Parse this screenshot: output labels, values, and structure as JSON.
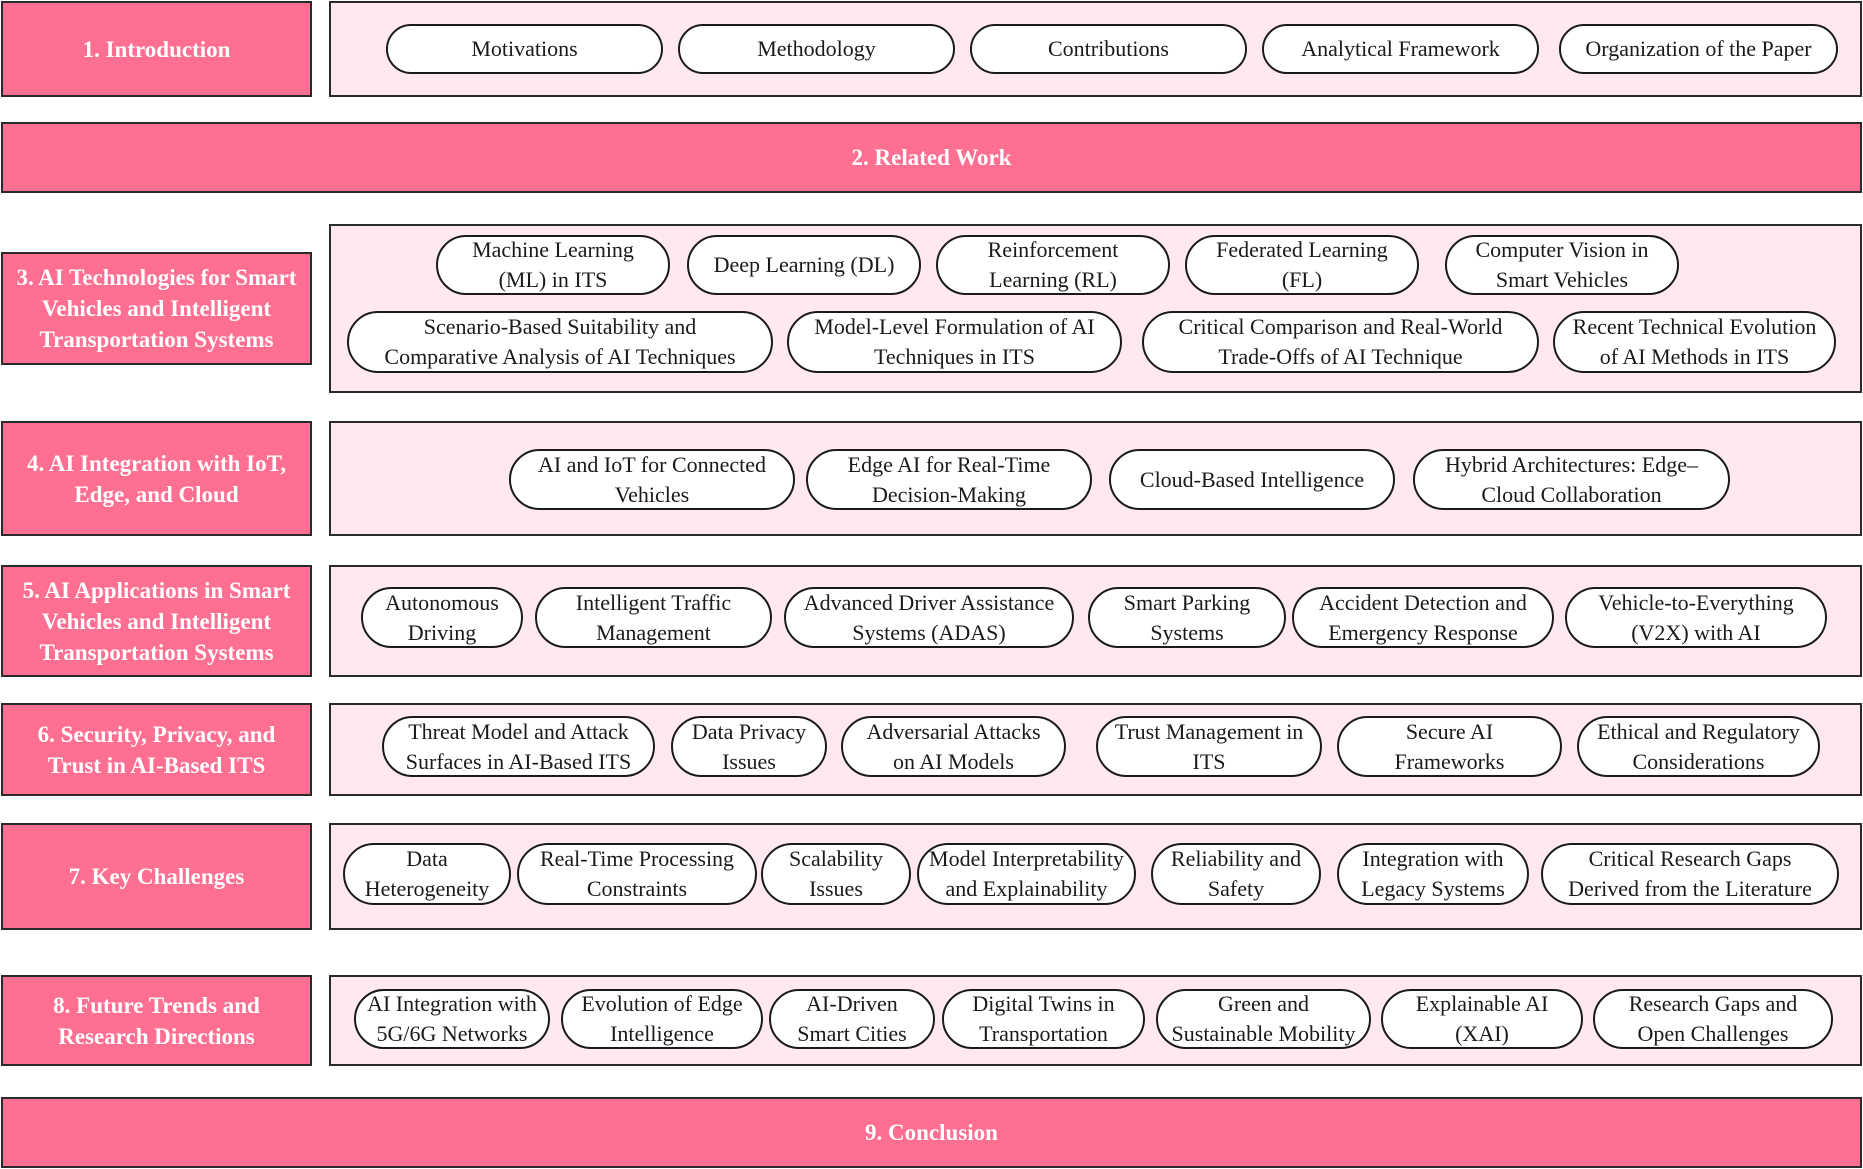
{
  "colors": {
    "section_fill": "#ff6f91",
    "panel_fill": "#ffe9ee",
    "chip_fill": "#ffffff",
    "border": "#2a2a2a"
  },
  "sections": [
    {
      "title": "1. Introduction",
      "items": [
        "Motivations",
        "Methodology",
        "Contributions",
        "Analytical Framework",
        "Organization of the Paper"
      ]
    },
    {
      "title": "2. Related Work",
      "items": []
    },
    {
      "title": "3. AI Technologies for Smart\nVehicles and Intelligent\nTransportation Systems",
      "items": [
        "Machine Learning\n(ML) in ITS",
        "Deep Learning (DL)",
        "Reinforcement\nLearning (RL)",
        "Federated Learning\n(FL)",
        "Computer Vision in\nSmart Vehicles",
        "Scenario-Based Suitability and\nComparative Analysis of AI Techniques",
        "Model-Level Formulation of AI\nTechniques in ITS",
        "Critical Comparison and Real-World\nTrade-Offs of AI Technique",
        "Recent Technical Evolution\nof AI Methods in ITS"
      ]
    },
    {
      "title": "4.  AI Integration with IoT,\nEdge, and Cloud",
      "items": [
        "AI and IoT for Connected\nVehicles",
        "Edge AI for Real-Time\nDecision-Making",
        "Cloud-Based Intelligence",
        "Hybrid Architectures: Edge–\nCloud Collaboration"
      ]
    },
    {
      "title": "5. AI Applications in Smart\nVehicles and Intelligent\nTransportation Systems",
      "items": [
        "Autonomous\nDriving",
        "Intelligent Traffic\nManagement",
        "Advanced Driver Assistance\nSystems (ADAS)",
        "Smart Parking\nSystems",
        "Accident Detection and\nEmergency Response",
        "Vehicle-to-Everything\n(V2X) with AI"
      ]
    },
    {
      "title": "6. Security, Privacy, and\nTrust in AI-Based ITS",
      "items": [
        "Threat Model and Attack\nSurfaces in AI-Based ITS",
        "Data Privacy\nIssues",
        "Adversarial Attacks\non AI Models",
        "Trust Management in\nITS",
        "Secure AI\nFrameworks",
        "Ethical and Regulatory\nConsiderations"
      ]
    },
    {
      "title": "7. Key Challenges",
      "items": [
        "Data\nHeterogeneity",
        "Real-Time Processing\nConstraints",
        "Scalability\nIssues",
        "Model Interpretability\nand Explainability",
        "Reliability and\nSafety",
        "Integration with\nLegacy Systems",
        "Critical Research Gaps\nDerived from the Literature"
      ]
    },
    {
      "title": "8. Future Trends and\nResearch Directions",
      "items": [
        "AI Integration with\n5G/6G Networks",
        "Evolution of Edge\nIntelligence",
        "AI-Driven\nSmart Cities",
        "Digital Twins in\nTransportation",
        "Green and\nSustainable Mobility",
        "Explainable AI\n(XAI)",
        "Research Gaps and\nOpen Challenges"
      ]
    },
    {
      "title": "9. Conclusion",
      "items": []
    }
  ]
}
